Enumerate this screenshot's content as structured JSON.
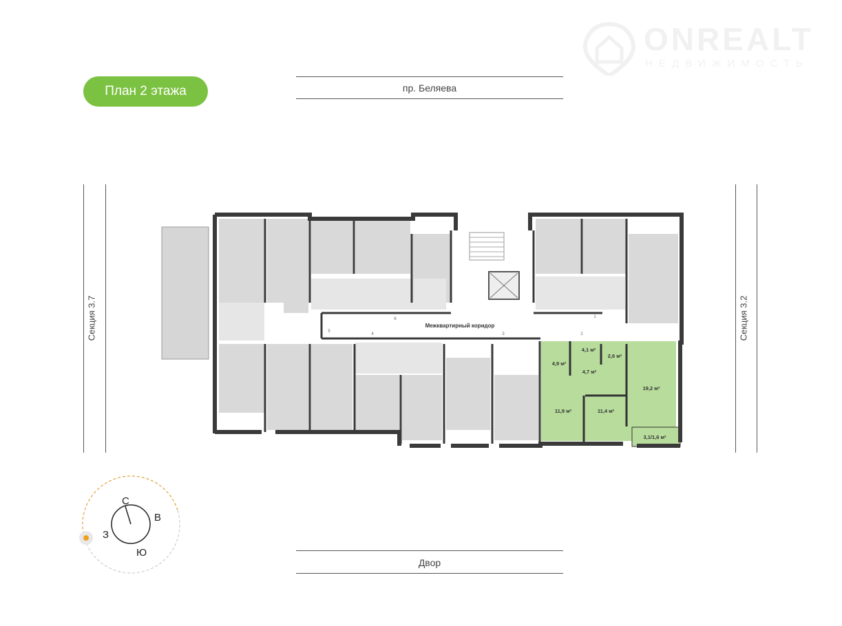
{
  "title": "План 2 этажа",
  "logo": {
    "name": "ONREALT",
    "tagline": "НЕДВИЖИМОСТЬ"
  },
  "streets": {
    "top": "пр. Беляева",
    "bottom": "Двор"
  },
  "sections": {
    "left": "Секция 3.7",
    "right": "Секция 3.2"
  },
  "plan": {
    "corridor_label": "Межквартирный коридор",
    "doors": [
      "1",
      "2",
      "3",
      "4",
      "5",
      "6"
    ],
    "highlighted_apartment": {
      "color": "#b7dc9c",
      "areas": {
        "bath": "4,9 м²",
        "hall": "4,1 м²",
        "wc": "2,6 м²",
        "corridor": "4,7 м²",
        "kitchen_living": "19,2 м²",
        "bedroom1": "11,9 м²",
        "bedroom2": "11,4 м²",
        "balcony": "3,1/1,6 м²"
      }
    }
  },
  "compass": {
    "north": "С",
    "east": "В",
    "west": "З",
    "south": "Ю"
  }
}
